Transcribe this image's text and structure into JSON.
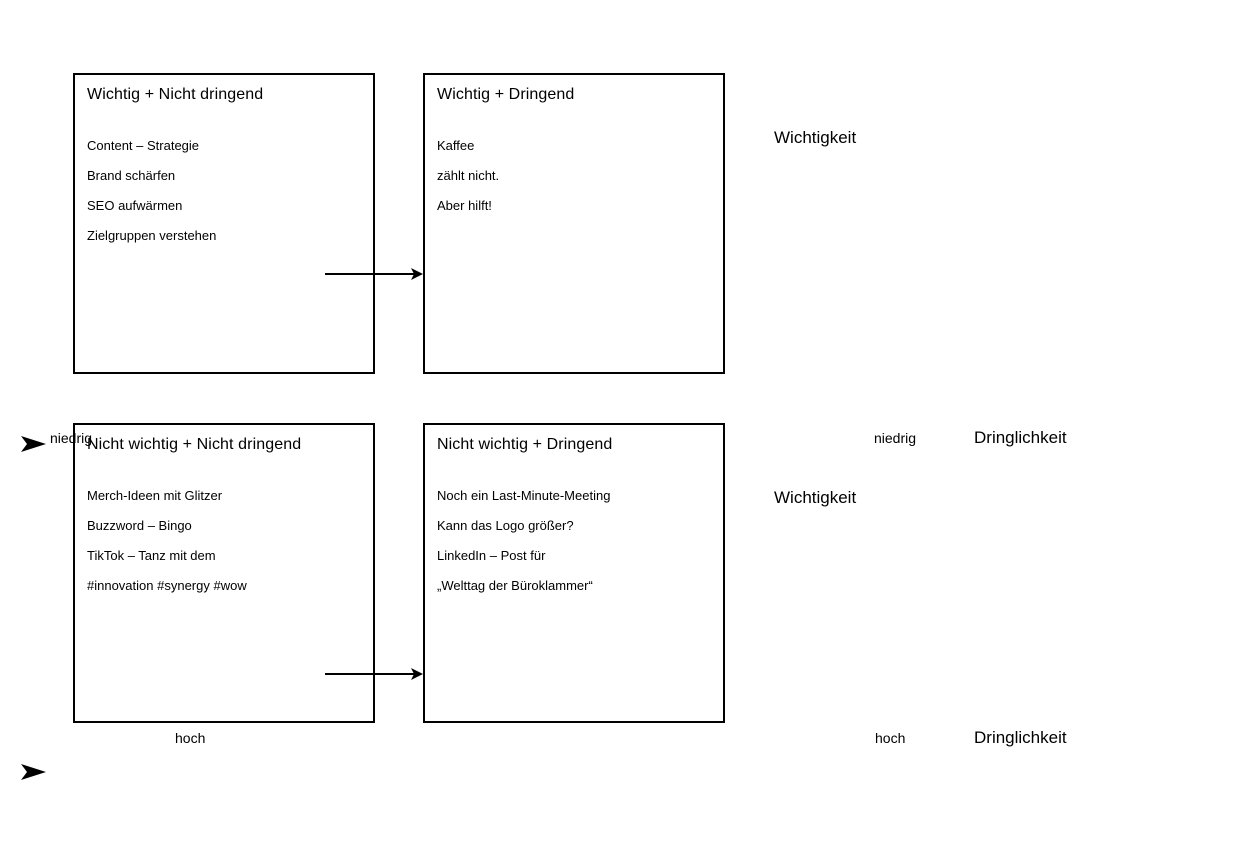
{
  "canvas": {
    "background": "#ffffff",
    "stroke_color": "#000000",
    "text_color": "#000000"
  },
  "quadrants": [
    {
      "title": "Wichtig + Nicht dringend",
      "items": [
        "Content – Strategie",
        "Brand schärfen",
        "SEO aufwärmen",
        "Zielgruppen verstehen"
      ]
    },
    {
      "title": "Wichtig + Dringend",
      "items": [
        "Kaffee",
        "zählt nicht.",
        "Aber hilft!"
      ]
    },
    {
      "title": "Nicht wichtig + Nicht dringend",
      "items": [
        "Merch-Ideen mit Glitzer",
        "Buzzword – Bingo",
        "TikTok – Tanz mit dem",
        "#innovation #synergy #wow"
      ]
    },
    {
      "title": "Nicht wichtig + Dringend",
      "items": [
        "Noch ein Last-Minute-Meeting",
        "Kann das Logo größer?",
        "LinkedIn – Post für",
        "„Welttag der Büroklammer“"
      ]
    }
  ],
  "axes": {
    "wichtigkeit": {
      "label": "Wichtigkeit",
      "low": "niedrig",
      "high": "hoch"
    },
    "dringlichkeit": {
      "label": "Dringlichkeit",
      "low": "niedrig",
      "high": "hoch"
    }
  }
}
